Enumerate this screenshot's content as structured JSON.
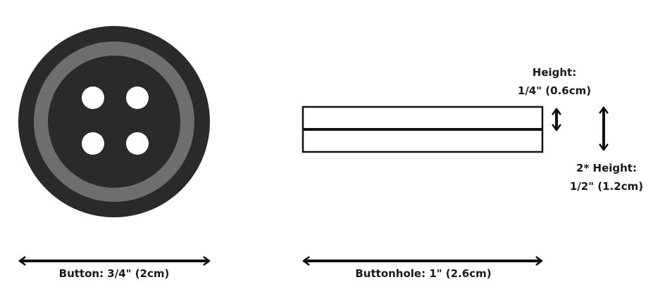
{
  "labels": {
    "button_width": "Button: 3/4\" (2cm)",
    "buttonhole_width": "Buttonhole: 1\" (2.6cm)",
    "height_title": "Height:",
    "height_value": "1/4\" (0.6cm)",
    "double_height_title": "2* Height:",
    "double_height_value": "1/2\" (1.2cm)"
  },
  "colors": {
    "button_dark": "#2a2a2a",
    "button_ring": "#6e6e6e",
    "holes": "#ffffff",
    "ink": "#111111"
  },
  "icons": {
    "dimension_arrow": "double-headed-arrow"
  }
}
